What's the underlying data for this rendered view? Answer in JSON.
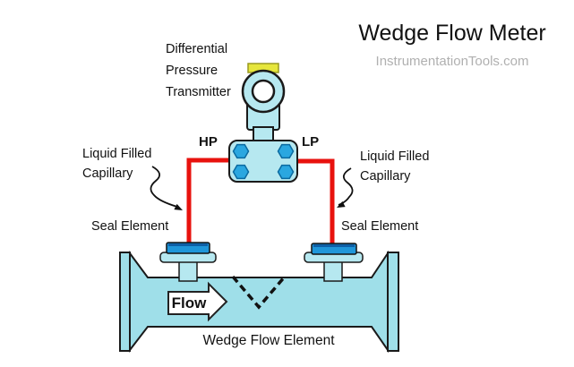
{
  "header": {
    "title": "Wedge Flow Meter",
    "watermark": "InstrumentationTools.com"
  },
  "labels": {
    "transmitter": "Differential\nPressure\nTransmitter",
    "hp": "HP",
    "lp": "LP",
    "capillary_left": "Liquid Filled\nCapillary",
    "capillary_right": "Liquid Filled\nCapillary",
    "seal_left": "Seal Element",
    "seal_right": "Seal Element",
    "flow": "Flow",
    "wedge_element": "Wedge Flow Element"
  },
  "colors": {
    "pipe": "#9fdfe9",
    "device": "#b6e8f0",
    "bolt": "#2aa7e0",
    "bolt_edge": "#0a6aa0",
    "disc": "#1f96d9",
    "disc_shade": "#0d5fa6",
    "capillary": "#e8120e",
    "cap_yellow": "#e6e63c",
    "cap_yellow_edge": "#9a9a20",
    "outline": "#1a1a1a",
    "watermark": "#b0b0b0",
    "text": "#111111"
  }
}
